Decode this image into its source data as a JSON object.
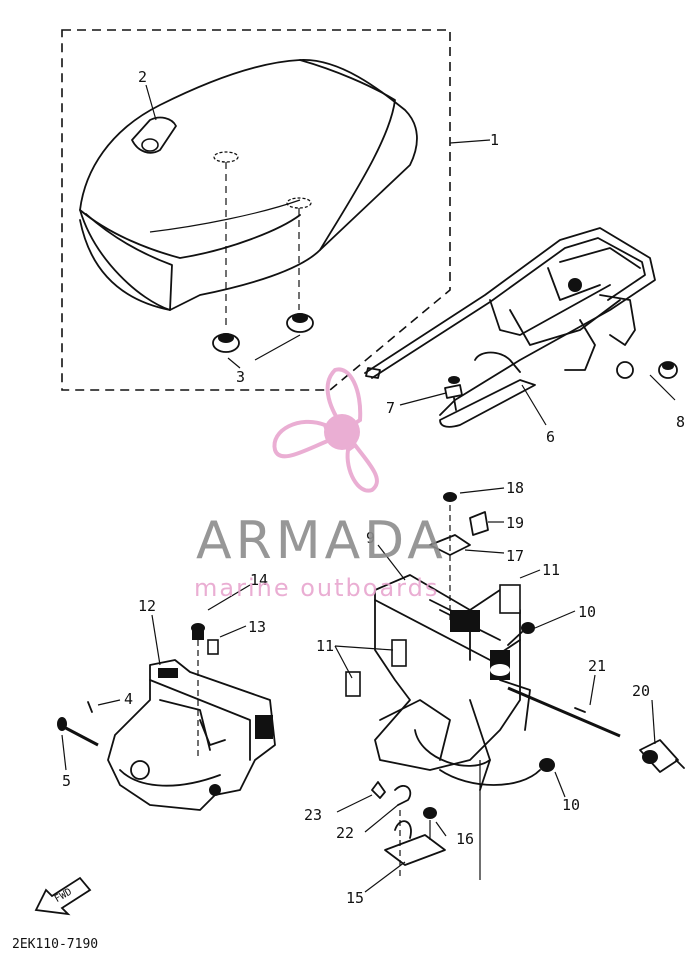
{
  "diagram": {
    "part_code": "2EK110-7190",
    "fwd_label": "FWD",
    "callouts": [
      "1",
      "2",
      "3",
      "4",
      "5",
      "6",
      "7",
      "8",
      "9",
      "10",
      "10",
      "11",
      "11",
      "12",
      "13",
      "14",
      "15",
      "16",
      "17",
      "18",
      "19",
      "20",
      "21",
      "22",
      "23"
    ]
  },
  "watermark": {
    "brand": "ARMADA",
    "tagline": "marine outboards",
    "colors": {
      "logo": "#e8a6cf",
      "text": "#8c8c8c"
    }
  }
}
